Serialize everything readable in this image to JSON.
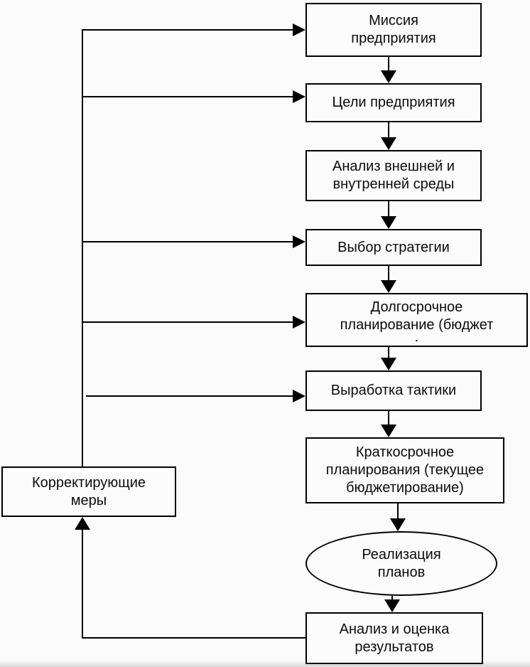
{
  "diagram": {
    "nodes": {
      "mission": {
        "label": "Миссия\nпредприятия"
      },
      "goals": {
        "label": "Цели предприятия"
      },
      "environment": {
        "label": "Анализ внешней и\nвнутренней среды"
      },
      "strategy": {
        "label": "Выбор стратегии"
      },
      "longterm": {
        "label": "Долгосрочное\nпланирование (бюджет",
        "note": "."
      },
      "tactics": {
        "label": "Выработка тактики"
      },
      "shortterm": {
        "label": "Краткосрочное\nпланирования (текущее\nбюджетирование)"
      },
      "implementation": {
        "label": "Реализация\nпланов"
      },
      "results": {
        "label": "Анализ и оценка\nрезультатов"
      },
      "corrective": {
        "label": "Корректирующие\nмеры"
      }
    },
    "colors": {
      "line": "#000000",
      "border": "#000000",
      "text": "#0b0b0b",
      "background": "#fbfbfb"
    }
  }
}
